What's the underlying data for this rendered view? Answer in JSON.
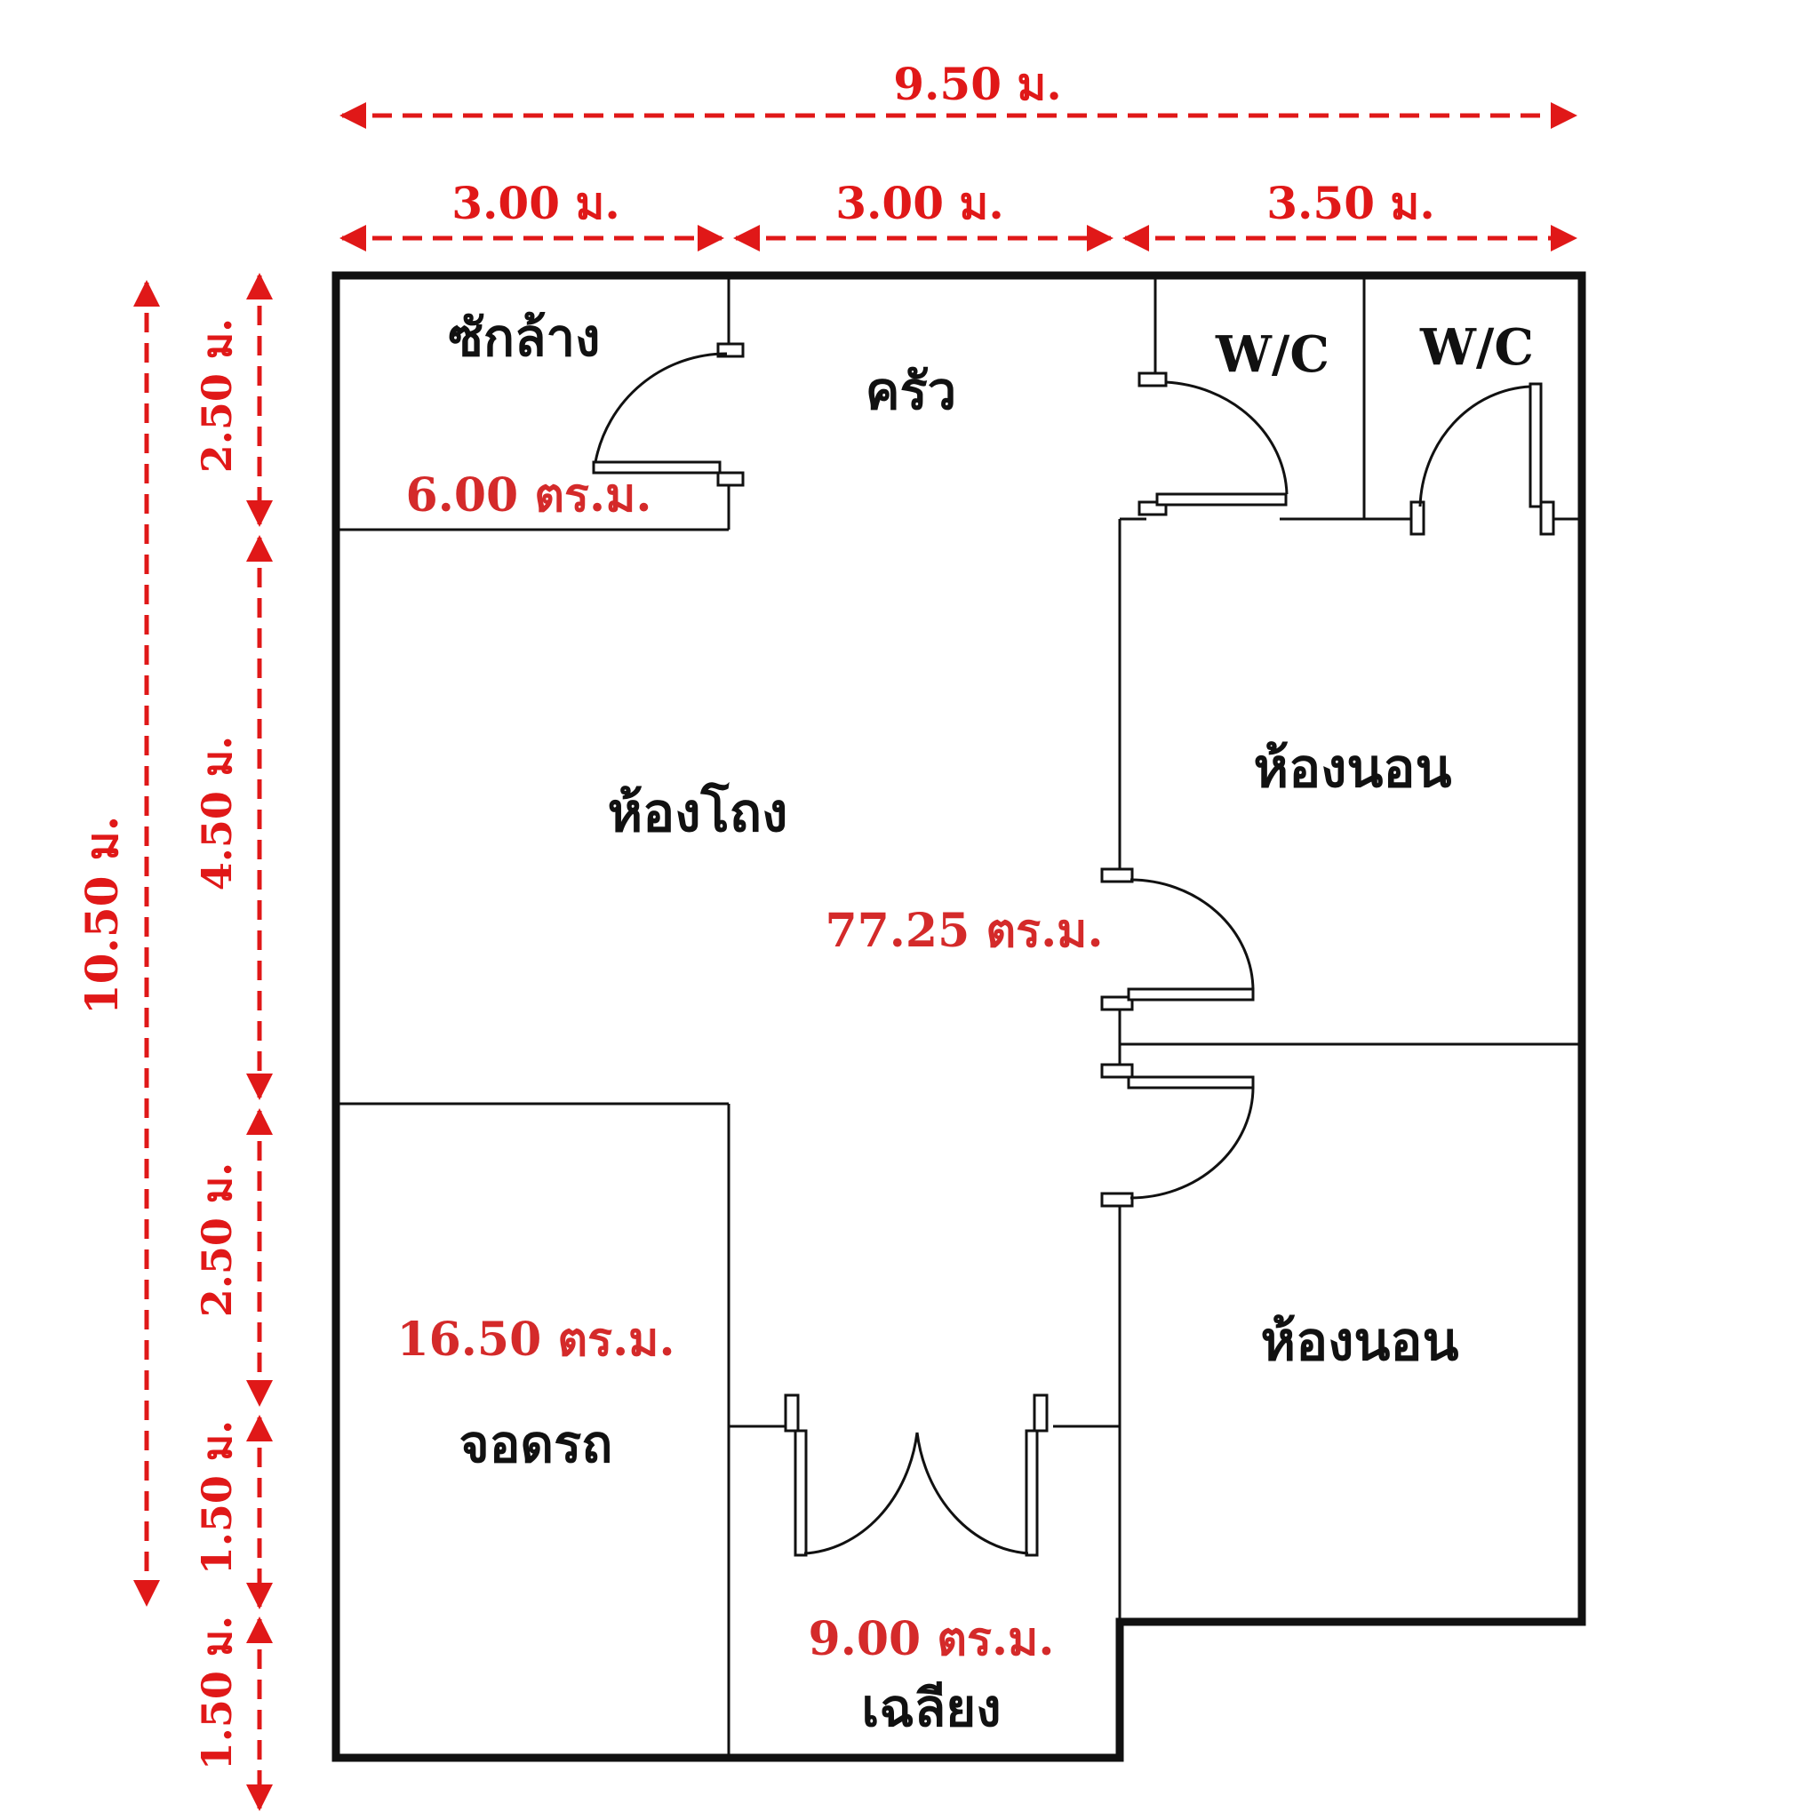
{
  "colors": {
    "wall": "#111111",
    "dimension": "#e01818",
    "area_text": "#d42a2a",
    "background": "#ffffff"
  },
  "dimensions": {
    "overall_width": "9.50 ม.",
    "width_segments": [
      "3.00 ม.",
      "3.00 ม.",
      "3.50 ม."
    ],
    "overall_depth": "10.50 ม.",
    "depth_segments": [
      "2.50 ม.",
      "4.50 ม.",
      "2.50 ม.",
      "1.50 ม.",
      "1.50 ม."
    ]
  },
  "rooms": {
    "laundry": "ซักล้าง",
    "kitchen": "ครัว",
    "wc_1": "W/C",
    "wc_2": "W/C",
    "living": "ห้องโถง",
    "bedroom_1": "ห้องนอน",
    "bedroom_2": "ห้องนอน",
    "parking": "จอดรถ",
    "porch": "เฉลียง"
  },
  "areas": {
    "laundry": "6.00 ตร.ม.",
    "main": "77.25 ตร.ม.",
    "parking": "16.50 ตร.ม.",
    "porch": "9.00 ตร.ม."
  }
}
